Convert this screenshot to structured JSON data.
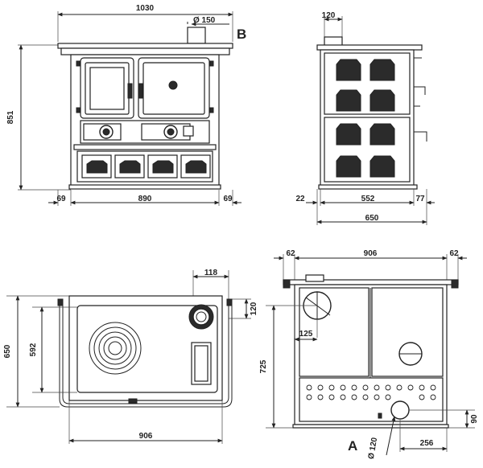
{
  "front_view": {
    "width": "1030",
    "flue_diameter": "Ø 150",
    "height": "851",
    "left_margin": "69",
    "inner_width": "890",
    "right_margin": "69",
    "label": "B"
  },
  "side_view": {
    "flue_offset": "120",
    "left_offset": "22",
    "body_depth": "552",
    "right_offset": "77",
    "total_depth": "650"
  },
  "top_view": {
    "flue_offset_x": "118",
    "flue_offset_y": "120",
    "total_depth": "650",
    "inner_depth": "592",
    "width": "906"
  },
  "rear_view": {
    "left_margin": "62",
    "width": "906",
    "right_margin": "62",
    "flue_offset": "125",
    "height": "725",
    "air_inlet_height": "90",
    "air_inlet_diameter": "Ø 120",
    "air_inlet_offset": "256",
    "label": "A"
  },
  "colors": {
    "line": "#222222",
    "panel": "#2b2b2b"
  }
}
